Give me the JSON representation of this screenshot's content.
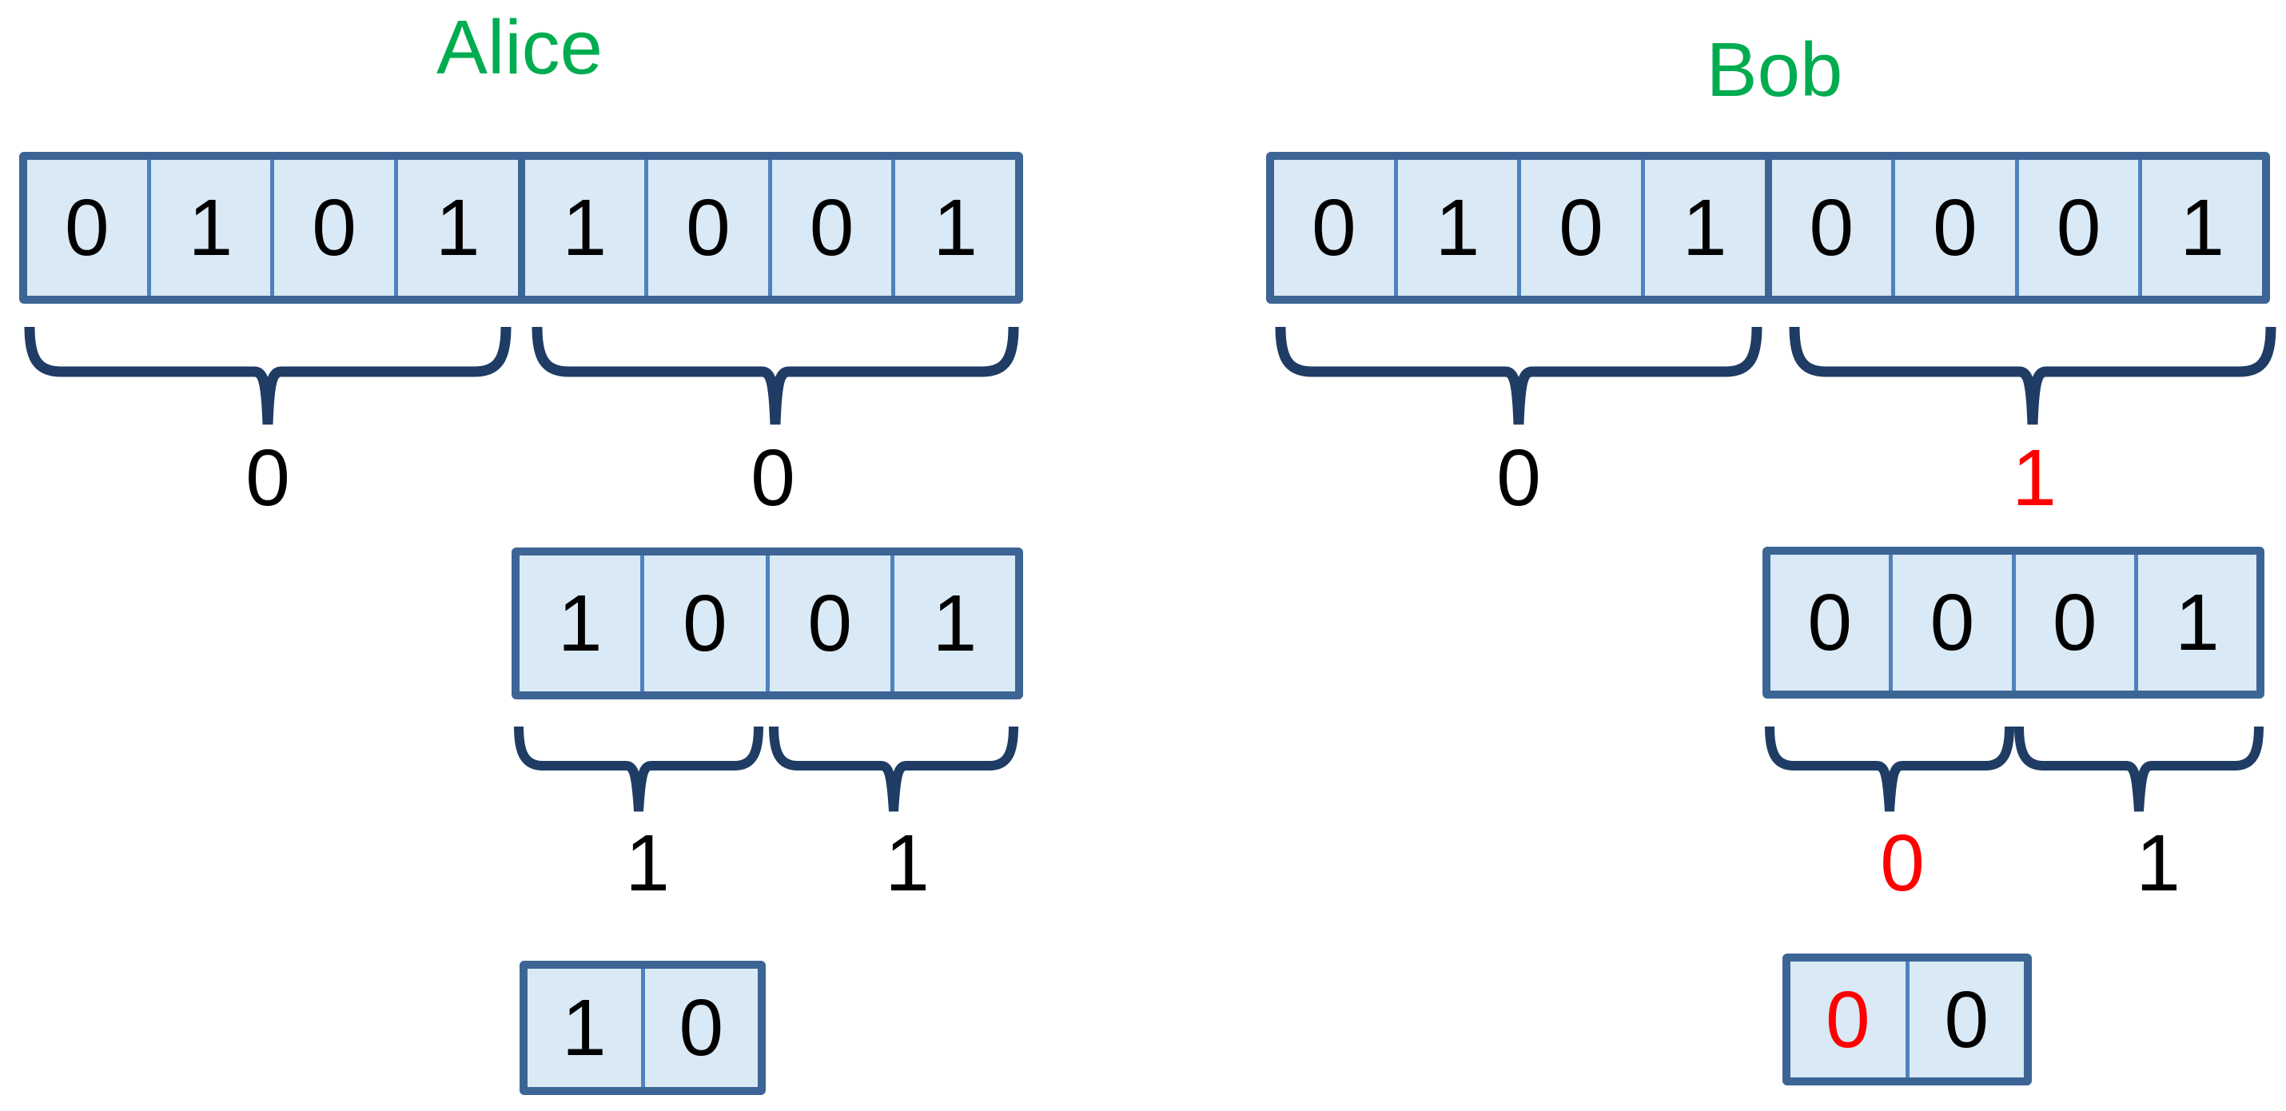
{
  "colors": {
    "cell_fill": "#d9e9f5",
    "box_border": "#3c6595",
    "cell_divider": "#4f81bd",
    "brace": "#1f3c64",
    "name_green": "#00ac50",
    "highlight_red": "#ff0000",
    "digit_black": "#000000",
    "background": "#ffffff"
  },
  "alice": {
    "name": "Alice",
    "row1": {
      "cells": [
        "0",
        "1",
        "0",
        "1",
        "1",
        "0",
        "0",
        "1"
      ]
    },
    "row1_labels": [
      {
        "text": "0"
      },
      {
        "text": "0"
      }
    ],
    "row2": {
      "cells": [
        "1",
        "0",
        "0",
        "1"
      ]
    },
    "row2_labels": [
      {
        "text": "1"
      },
      {
        "text": "1"
      }
    ],
    "row3": {
      "cells": [
        "1",
        "0"
      ]
    }
  },
  "bob": {
    "name": "Bob",
    "row1": {
      "cells": [
        "0",
        "1",
        "0",
        "1",
        "0",
        "0",
        "0",
        "1"
      ]
    },
    "row1_labels": [
      {
        "text": "0"
      },
      {
        "text": "1"
      }
    ],
    "row2": {
      "cells": [
        "0",
        "0",
        "0",
        "1"
      ]
    },
    "row2_labels": [
      {
        "text": "0"
      },
      {
        "text": "1"
      }
    ],
    "row3": {
      "cells": [
        "0",
        "0"
      ]
    }
  }
}
